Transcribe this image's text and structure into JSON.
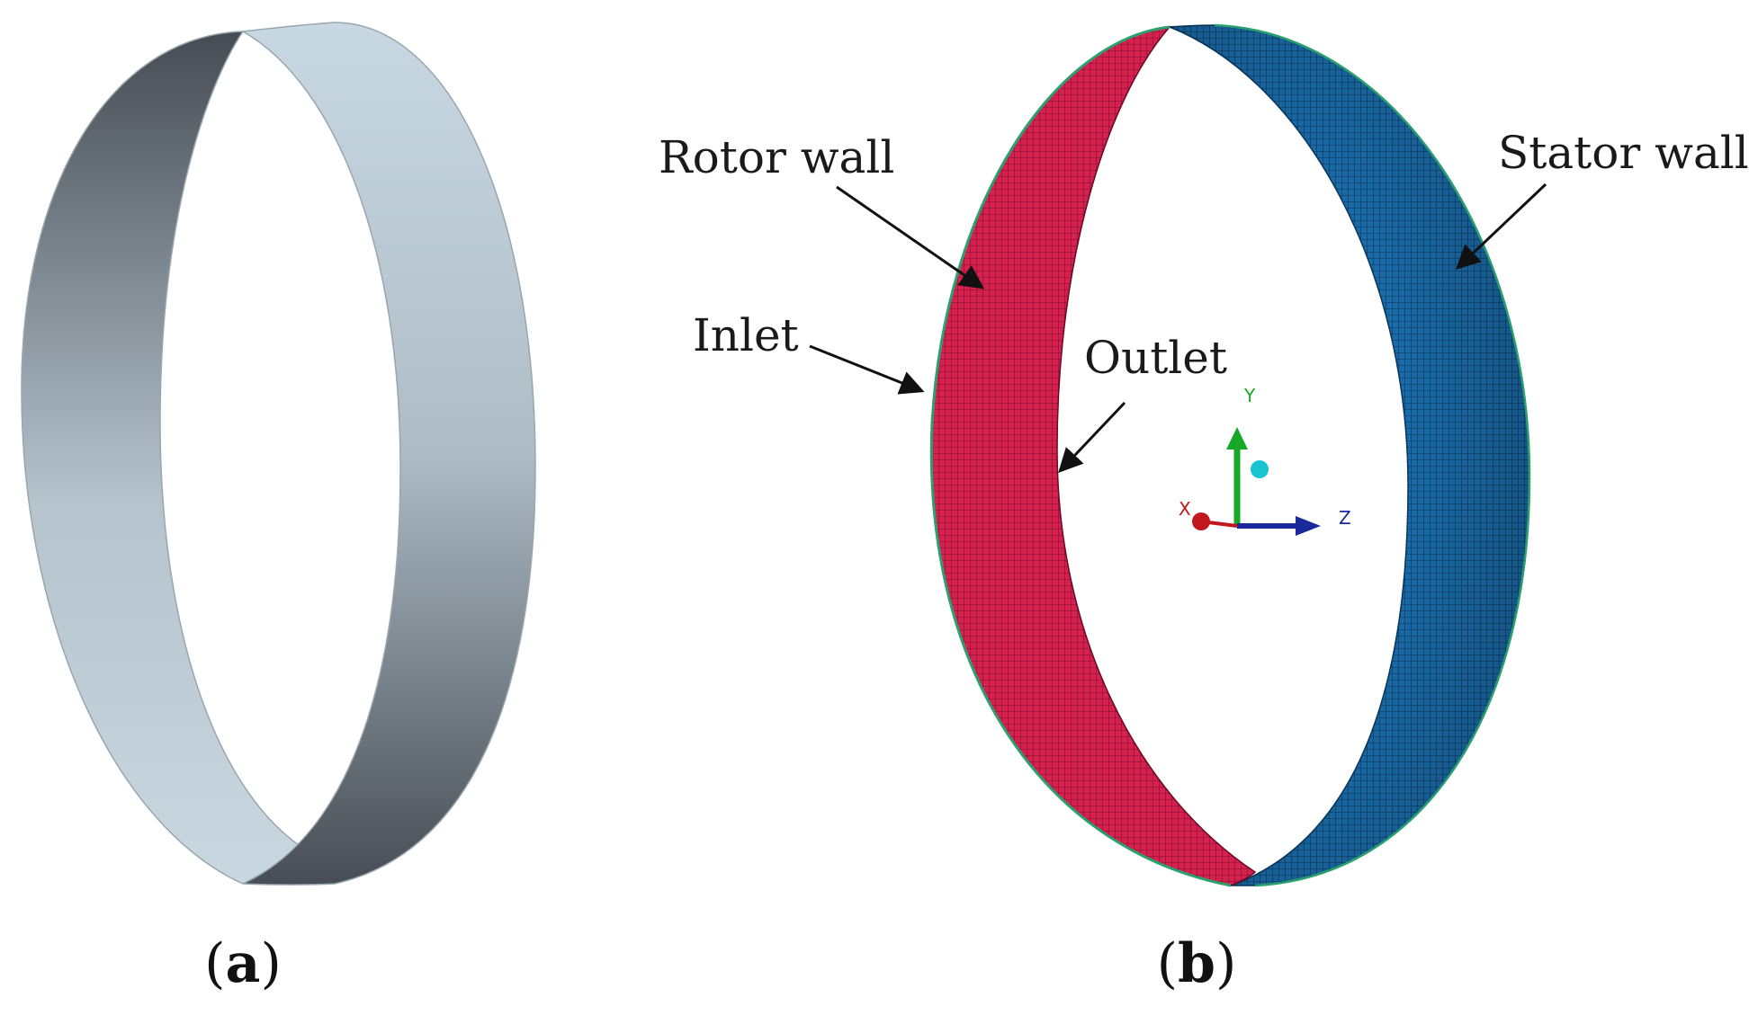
{
  "panel_a": {
    "label_open": "(",
    "label_letter": "a",
    "label_close": ")"
  },
  "panel_b": {
    "label_open": "(",
    "label_letter": "b",
    "label_close": ")",
    "annotations": {
      "rotor_wall": "Rotor wall",
      "stator_wall": "Stator wall",
      "inlet": "Inlet",
      "outlet": "Outlet"
    },
    "axes": {
      "x": "X",
      "y": "Y",
      "z": "Z"
    }
  },
  "colors": {
    "rotor": "#d6204e",
    "stator": "#1f7fc7",
    "ring_dark": "#4a5057",
    "ring_light": "#c4d4de",
    "axis_x": "#c0181c",
    "axis_y": "#18a828",
    "axis_z": "#1a2a9a",
    "axis_dot": "#19c3d0"
  }
}
